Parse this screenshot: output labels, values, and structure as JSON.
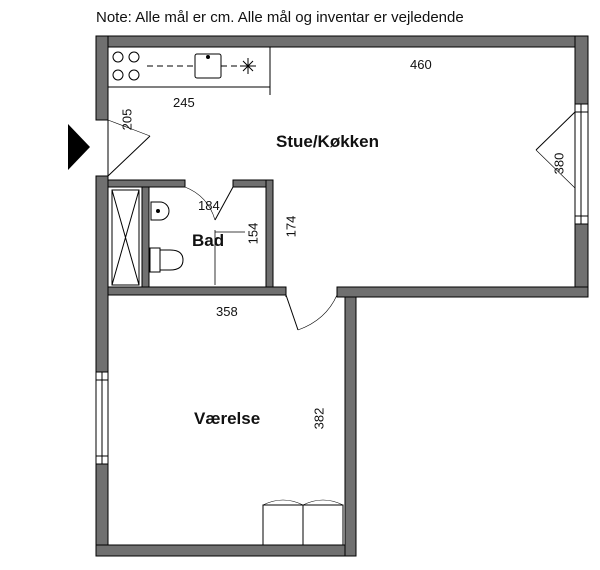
{
  "note": "Note: Alle mål er cm. Alle mål og inventar er vejledende",
  "rooms": {
    "living": "Stue/Køkken",
    "bath": "Bad",
    "bedroom": "Værelse"
  },
  "dims": {
    "d460": "460",
    "d245": "245",
    "d205": "205",
    "d380": "380",
    "d184": "184",
    "d154": "154",
    "d174": "174",
    "d358": "358",
    "d382": "382"
  },
  "colors": {
    "wall": "#707070",
    "line": "#000000",
    "arrow": "#000000"
  }
}
